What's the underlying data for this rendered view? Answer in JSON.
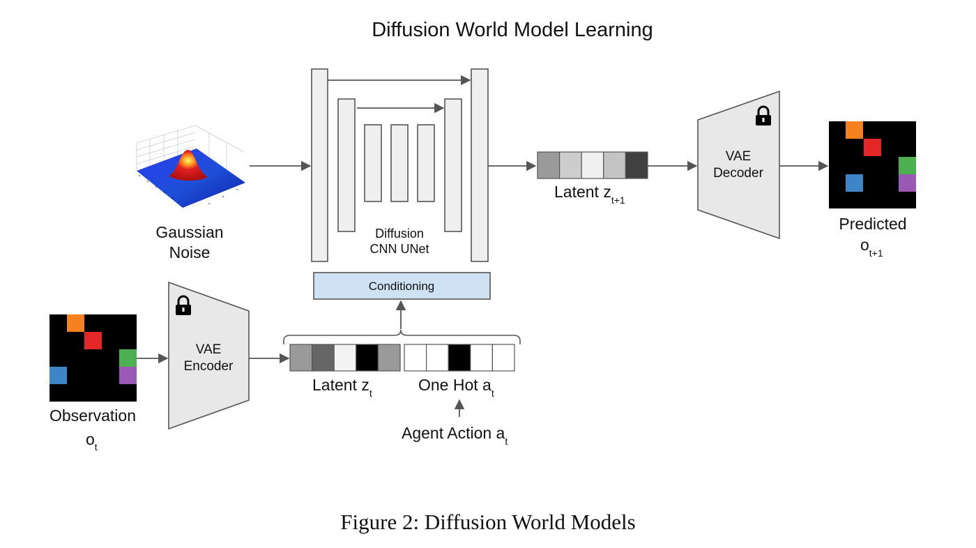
{
  "title": "Diffusion World Model Learning",
  "caption": "Figure 2: Diffusion World Models",
  "noise": {
    "label_line1": "Gaussian",
    "label_line2": "Noise"
  },
  "unet": {
    "label_line1": "Diffusion",
    "label_line2": "CNN UNet"
  },
  "conditioning": {
    "label": "Conditioning",
    "color": "#cfe2f3"
  },
  "encoder": {
    "label_line1": "VAE",
    "label_line2": "Encoder"
  },
  "decoder": {
    "label_line1": "VAE",
    "label_line2": "Decoder"
  },
  "latent_next": {
    "label": "Latent z",
    "subscript": "t+1",
    "cells": [
      "#9a9a9a",
      "#cdcdcd",
      "#f0f0f0",
      "#c4c4c4",
      "#404040"
    ]
  },
  "latent_t": {
    "label": "Latent z",
    "subscript": "t",
    "cells": [
      "#9a9a9a",
      "#666666",
      "#f3f3f3",
      "#000000",
      "#9a9a9a"
    ]
  },
  "one_hot": {
    "label": "One Hot a",
    "subscript": "t",
    "cells": [
      "#ffffff",
      "#ffffff",
      "#000000",
      "#ffffff",
      "#ffffff"
    ]
  },
  "agent_action": {
    "label": "Agent Action a",
    "subscript": "t"
  },
  "observation": {
    "label": "Observation",
    "symbol": "o",
    "subscript": "t"
  },
  "predicted": {
    "label": "Predicted",
    "symbol": "o",
    "subscript": "t+1"
  },
  "colors": {
    "orange": "#f5821f",
    "red": "#e32727",
    "green": "#4caf50",
    "blue": "#3d85c6",
    "purple": "#9b59b6",
    "background": "#000000"
  },
  "icons": [
    "lock-icon",
    "gaussian-surface-icon"
  ]
}
